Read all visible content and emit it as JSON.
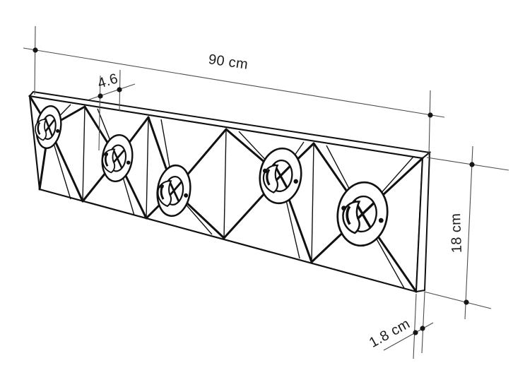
{
  "drawing": {
    "subject": "Isometric technical line drawing of a wall-mounted coat rack panel with five round hooks and faceted surface",
    "hook_count": 5,
    "dims": {
      "width_label": "90 cm",
      "spacing_label": "4.6",
      "height_label": "18 cm",
      "depth_label": "1.8 cm"
    },
    "colors": {
      "background": "#ffffff",
      "outline": "#111111",
      "dimension_line": "#4d4d4d",
      "text": "#1c1c1c"
    }
  }
}
